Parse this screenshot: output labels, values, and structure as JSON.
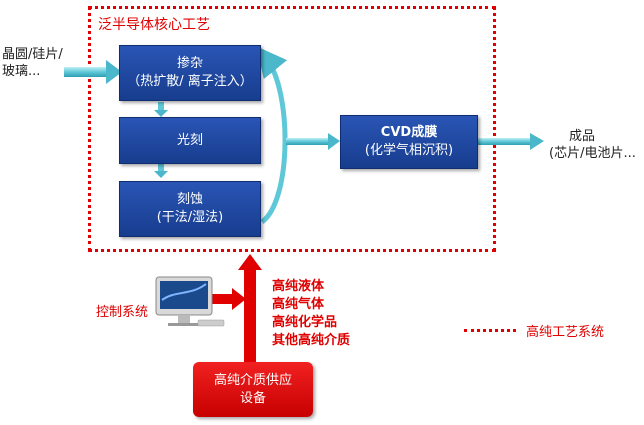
{
  "title": "泛半导体核心工艺",
  "input": {
    "line1": "晶圆/硅片/",
    "line2": "玻璃..."
  },
  "steps": {
    "doping": {
      "label": "掺杂",
      "sub": "（热扩散/ 离子注入）"
    },
    "litho": {
      "label": "光刻"
    },
    "etch": {
      "label": "刻蚀",
      "sub": "(干法/湿法)"
    },
    "cvd": {
      "label": "CVD成膜",
      "sub": "(化学气相沉积)"
    }
  },
  "output": {
    "line1": "成品",
    "line2": "(芯片/电池片..."
  },
  "control": {
    "label": "控制系统"
  },
  "supplies": [
    "高纯液体",
    "高纯气体",
    "高纯化学品",
    "其他高纯介质"
  ],
  "supply_equipment": {
    "line1": "高纯介质供应",
    "line2": "设备"
  },
  "legend": {
    "label": "高纯工艺系统"
  },
  "colors": {
    "accent_red": "#e00000",
    "box_blue": "#1f4aa3",
    "arrow_teal": "#5fc8d8"
  }
}
